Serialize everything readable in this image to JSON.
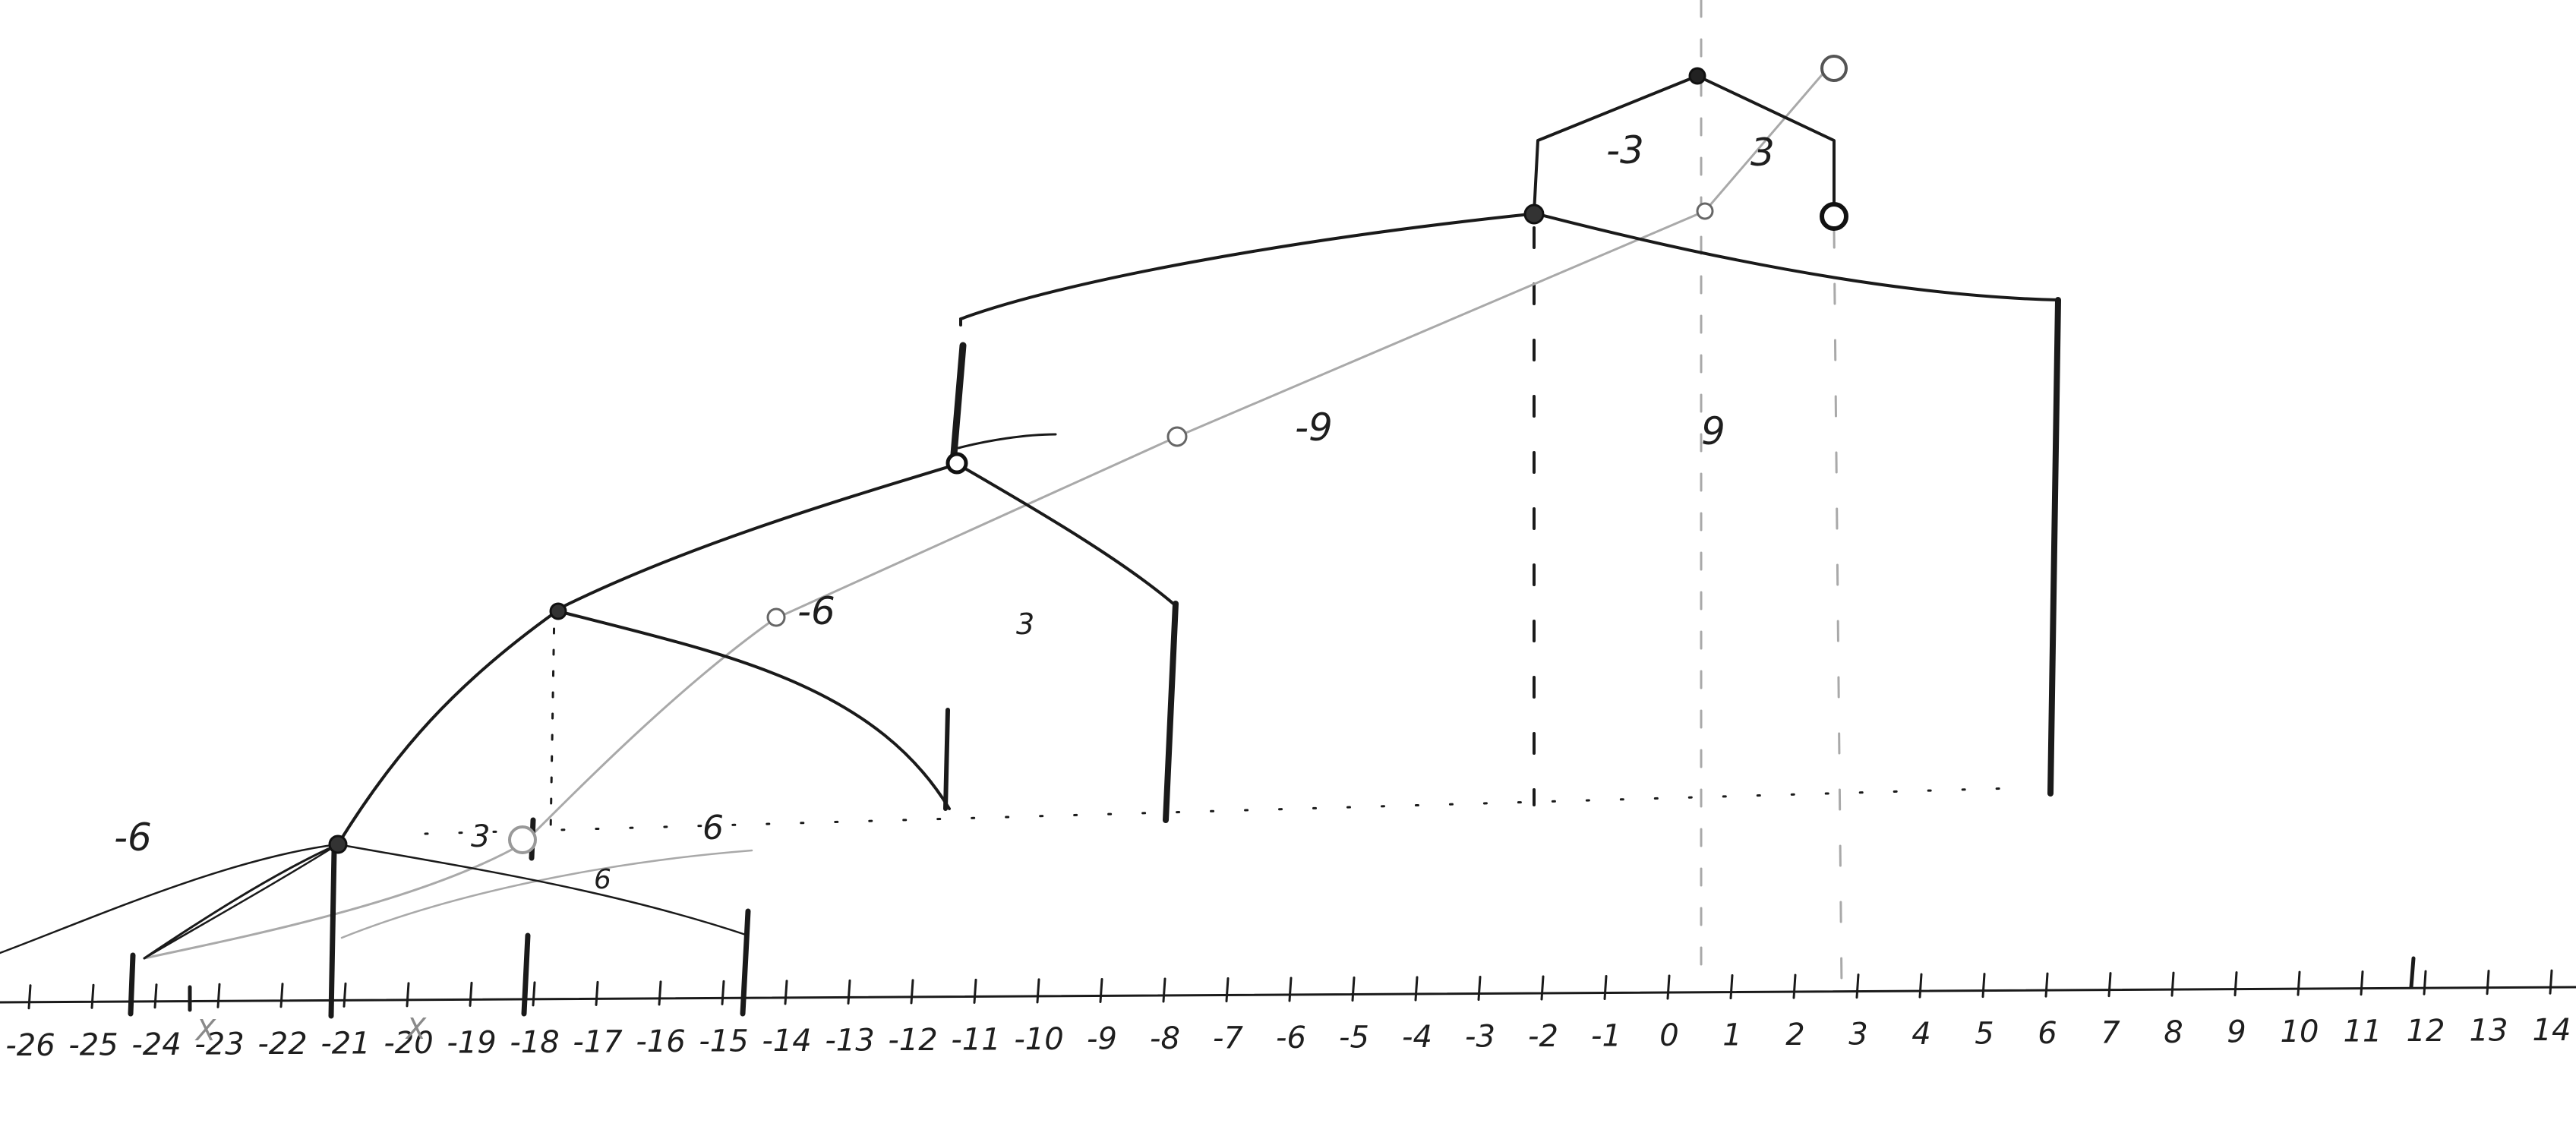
{
  "axis": {
    "ticks": [
      "-26",
      "-25",
      "-24",
      "-23",
      "-22",
      "-21",
      "-20",
      "-19",
      "-18",
      "-17",
      "-16",
      "-15",
      "-14",
      "-13",
      "-12",
      "-11",
      "-10",
      "-9",
      "-8",
      "-7",
      "-6",
      "-5",
      "-4",
      "-3",
      "-2",
      "-1",
      "0",
      "1",
      "2",
      "3",
      "4",
      "5",
      "6",
      "7",
      "8",
      "9",
      "10",
      "11",
      "12",
      "13",
      "14"
    ]
  },
  "labels": {
    "root_left": "-3",
    "root_right": "3",
    "branch_m9": "-9",
    "branch_9": "9",
    "branch_m6": "-6",
    "branch_3": "3",
    "outer_m6": "-6",
    "small_3": "3",
    "small_6": "6",
    "dotted_6": "6",
    "cross_1": "X",
    "cross_2": "X"
  },
  "colors": {
    "ink": "#1a1a1a",
    "pencil": "#a9a9a9",
    "paper": "#ffffff"
  }
}
